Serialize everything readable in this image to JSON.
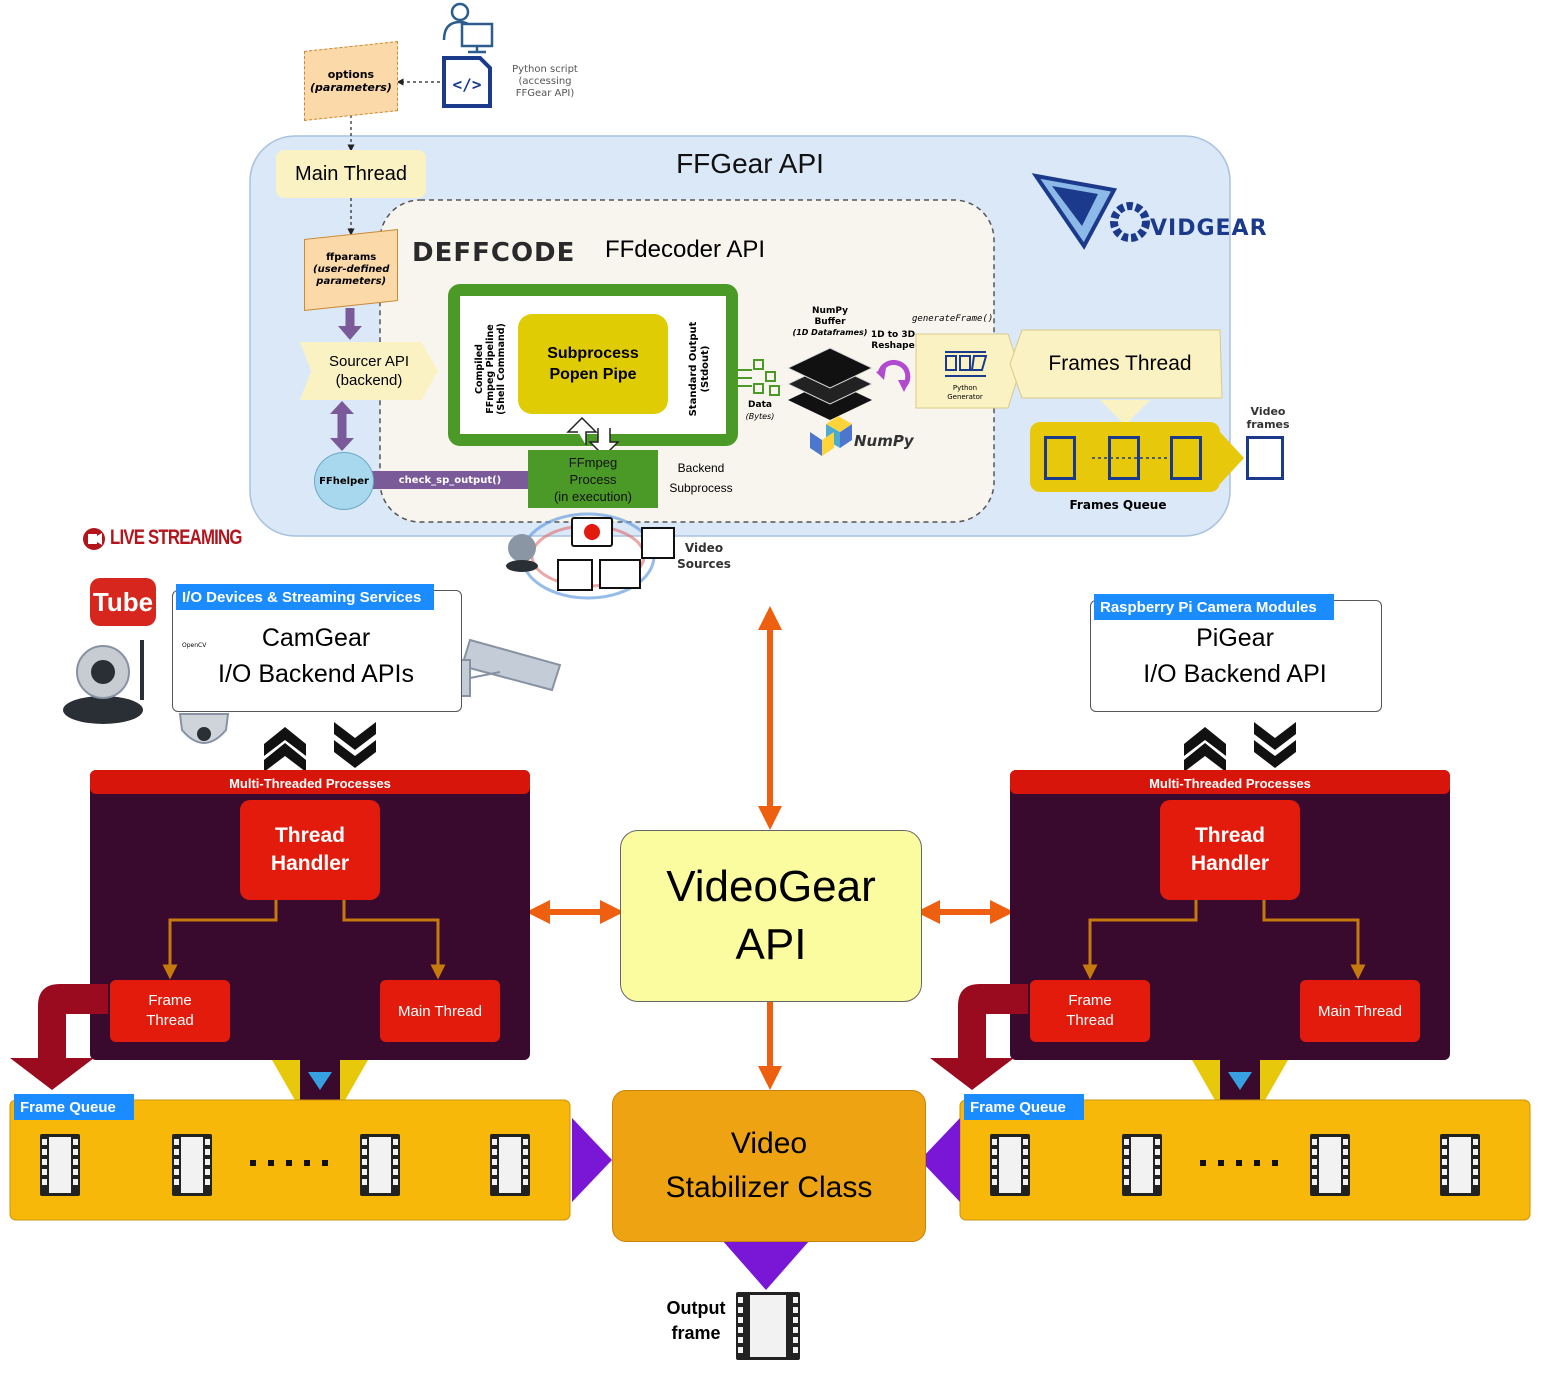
{
  "ffgear": {
    "title": "FFGear API",
    "options_label": "options",
    "options_sub": "(parameters)",
    "script_label": "Python script\n(accessing\nFFGear API)",
    "main_thread": "Main Thread",
    "ffparams_label": "ffparams",
    "ffparams_sub": "(user-defined\nparameters)",
    "sourcer": "Sourcer API\n(backend)",
    "ffhelper": "FFhelper",
    "check_sp_output": "check_sp_output()",
    "ffdecoder_title": "FFdecoder API",
    "deffcode_logo": "DEFFCODE",
    "compiled_pipeline": "Compiled\nFFmpeg Pipeline\n(Shell Command)",
    "subprocess_pipe": "Subprocess\nPopen Pipe",
    "standard_output": "Standard Output\n(Stdout)",
    "ffmpeg_process": "FFmpeg\nProcess\n(in execution)",
    "backend_subprocess": "Backend\nSubprocess",
    "data_label": "Data",
    "data_sub": "(Bytes)",
    "numpy_buffer": "NumPy\nBuffer",
    "numpy_buffer_sub": "(1D Dataframes)",
    "numpy_logo": "NumPy",
    "reshape": "1D to 3D\nReshape",
    "generate_frame": "generateFrame()",
    "python_generator": "Python\nGenerator",
    "frames_thread": "Frames Thread",
    "frames_queue": "Frames Queue",
    "video_frames": "Video\nframes",
    "video_sources": "Video\nSources",
    "vidgear_logo": "VIDGEAR"
  },
  "live_streaming": "LIVE STREAMING",
  "youtube_logo": "Tube",
  "camgear": {
    "tag": "I/O Devices & Streaming Services",
    "title": "CamGear\nI/O Backend APIs",
    "opencv": "OpenCV"
  },
  "pigear": {
    "tag": "Raspberry Pi Camera Modules",
    "title": "PiGear\nI/O Backend API"
  },
  "left_block": {
    "header": "Multi-Threaded Processes",
    "handler": "Thread\nHandler",
    "frame_thread": "Frame\nThread",
    "main_thread": "Main Thread",
    "queue_tag": "Frame Queue"
  },
  "right_block": {
    "header": "Multi-Threaded Processes",
    "handler": "Thread\nHandler",
    "frame_thread": "Frame\nThread",
    "main_thread": "Main Thread",
    "queue_tag": "Frame Queue"
  },
  "videogear": "VideoGear\nAPI",
  "stabilizer": "Video\nStabilizer Class",
  "output_frame": "Output\nframe",
  "colors": {
    "ffgear_bg": "#dbe8f8",
    "mtp_bg": "#3a0a2e",
    "mtp_header": "#d8150b",
    "red_box": "#e31b0c",
    "queue_bg": "#f8b80a",
    "videogear_bg": "#fbfca0",
    "stabilizer_bg": "#eea313",
    "arrow_orange": "#ee5f0f",
    "purple": "#7a16d6",
    "tag_blue": "#1a8cff"
  }
}
